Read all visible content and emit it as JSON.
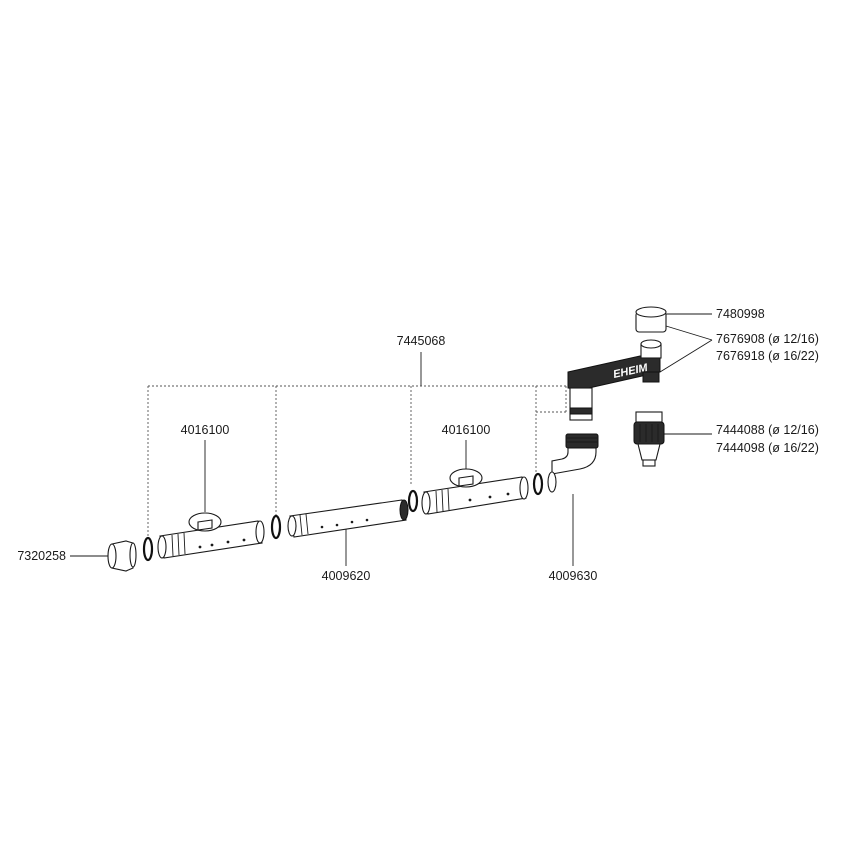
{
  "labels": {
    "l7445068": "7445068",
    "l4016100a": "4016100",
    "l4016100b": "4016100",
    "l7320258": "7320258",
    "l4009620": "4009620",
    "l4009630": "4009630",
    "l7480998": "7480998",
    "l7676908": "7676908 (ø 12/16)",
    "l7676918": "7676918 (ø 16/22)",
    "l7444088": "7444088 (ø 12/16)",
    "l7444098": "7444098 (ø 16/22)"
  },
  "brand": {
    "logo": "EHEIM"
  }
}
